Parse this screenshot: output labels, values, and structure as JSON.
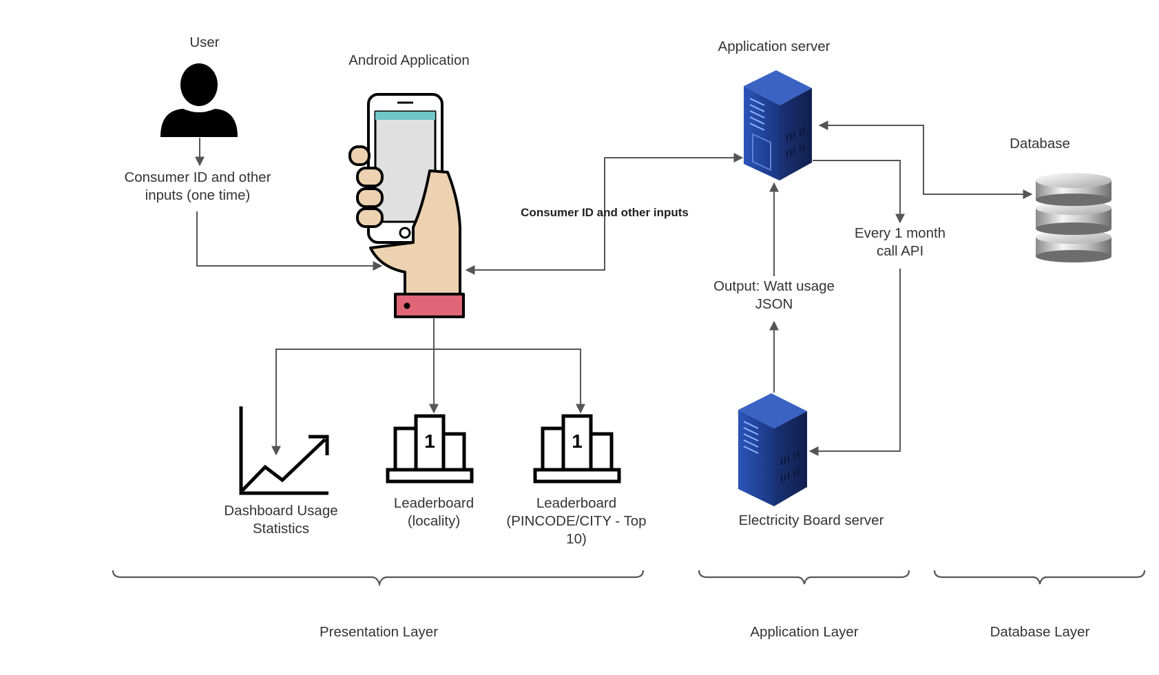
{
  "nodes": {
    "user": "User",
    "android": "Android Application",
    "app_server": "Application server",
    "database": "Database",
    "eb_server": "Electricity Board server"
  },
  "edges": {
    "user_input": "Consumer ID and other inputs (one time)",
    "consumer_inputs": "Consumer ID and other inputs",
    "monthly_api": "Every 1 month call API",
    "watt_output": "Output: Watt usage JSON"
  },
  "outputs": {
    "dashboard": "Dashboard Usage Statistics",
    "leaderboard_locality": "Leaderboard (locality)",
    "leaderboard_city": "Leaderboard (PINCODE/CITY - Top 10)"
  },
  "layers": {
    "presentation": "Presentation Layer",
    "application": "Application Layer",
    "database": "Database Layer"
  },
  "colors": {
    "connector": "#555555",
    "server_blue": "#1f3f8f",
    "hand_skin": "#ecd2b0",
    "cuff": "#e06577",
    "screen_bar": "#6fc6c6"
  }
}
